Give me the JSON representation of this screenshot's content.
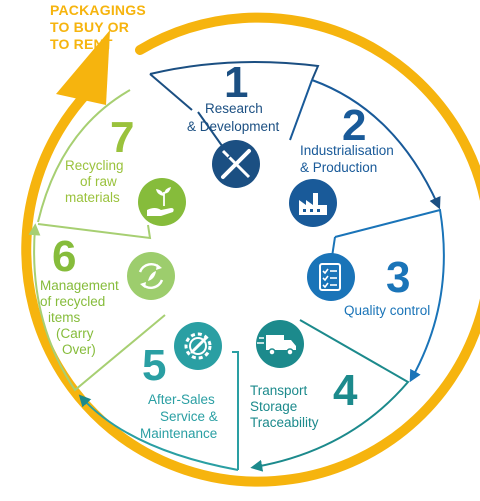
{
  "packaging_caption": [
    "PACKAGINGS",
    "TO BUY OR",
    "TO RENT"
  ],
  "steps": [
    {
      "number": "1",
      "label": [
        "Research",
        "& Development"
      ],
      "icon": "pencil-ruler-icon",
      "color": "#1b4f82"
    },
    {
      "number": "2",
      "label": [
        "Industrialisation",
        "& Production"
      ],
      "icon": "factory-icon",
      "color": "#195a99"
    },
    {
      "number": "3",
      "label": [
        "Quality control"
      ],
      "icon": "checklist-icon",
      "color": "#1a74b8"
    },
    {
      "number": "4",
      "label": [
        "Transport",
        "Storage",
        "Traceability"
      ],
      "icon": "delivery-truck-icon",
      "color": "#1c8a8c"
    },
    {
      "number": "5",
      "label": [
        "After-Sales",
        "Service &",
        "Maintenance"
      ],
      "icon": "gear-wrench-icon",
      "color": "#2a9fa3"
    },
    {
      "number": "6",
      "label": [
        "Management",
        "of recycled",
        "items",
        "(Carry",
        "Over)"
      ],
      "icon": "recycle-icon",
      "color": "#86bc3b"
    },
    {
      "number": "7",
      "label": [
        "Recycling",
        "of raw",
        "materials"
      ],
      "icon": "hand-plant-icon",
      "color": "#9ac23c"
    }
  ],
  "colors": {
    "outer_arrow": "#f6b40e",
    "caption": "#f6b40e"
  }
}
